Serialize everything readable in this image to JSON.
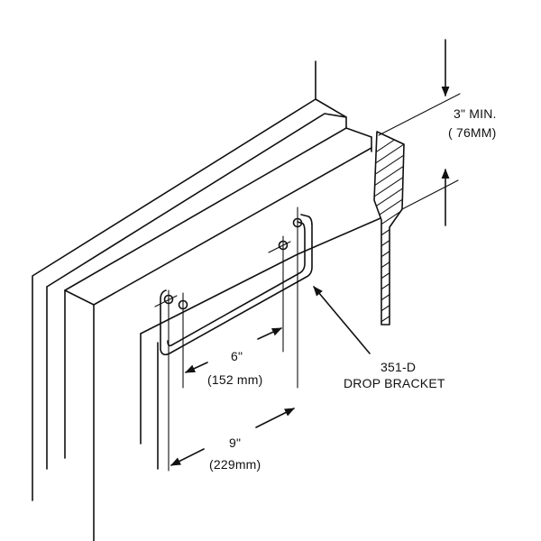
{
  "diagram": {
    "min_height": {
      "imperial": "3\" MIN.",
      "metric": "( 76MM)"
    },
    "bracket": {
      "model": "351-D",
      "name": "DROP BRACKET"
    },
    "inner_spacing": {
      "imperial": "6\"",
      "metric": "(152 mm)"
    },
    "outer_spacing": {
      "imperial": "9\"",
      "metric": "(229mm)"
    }
  }
}
